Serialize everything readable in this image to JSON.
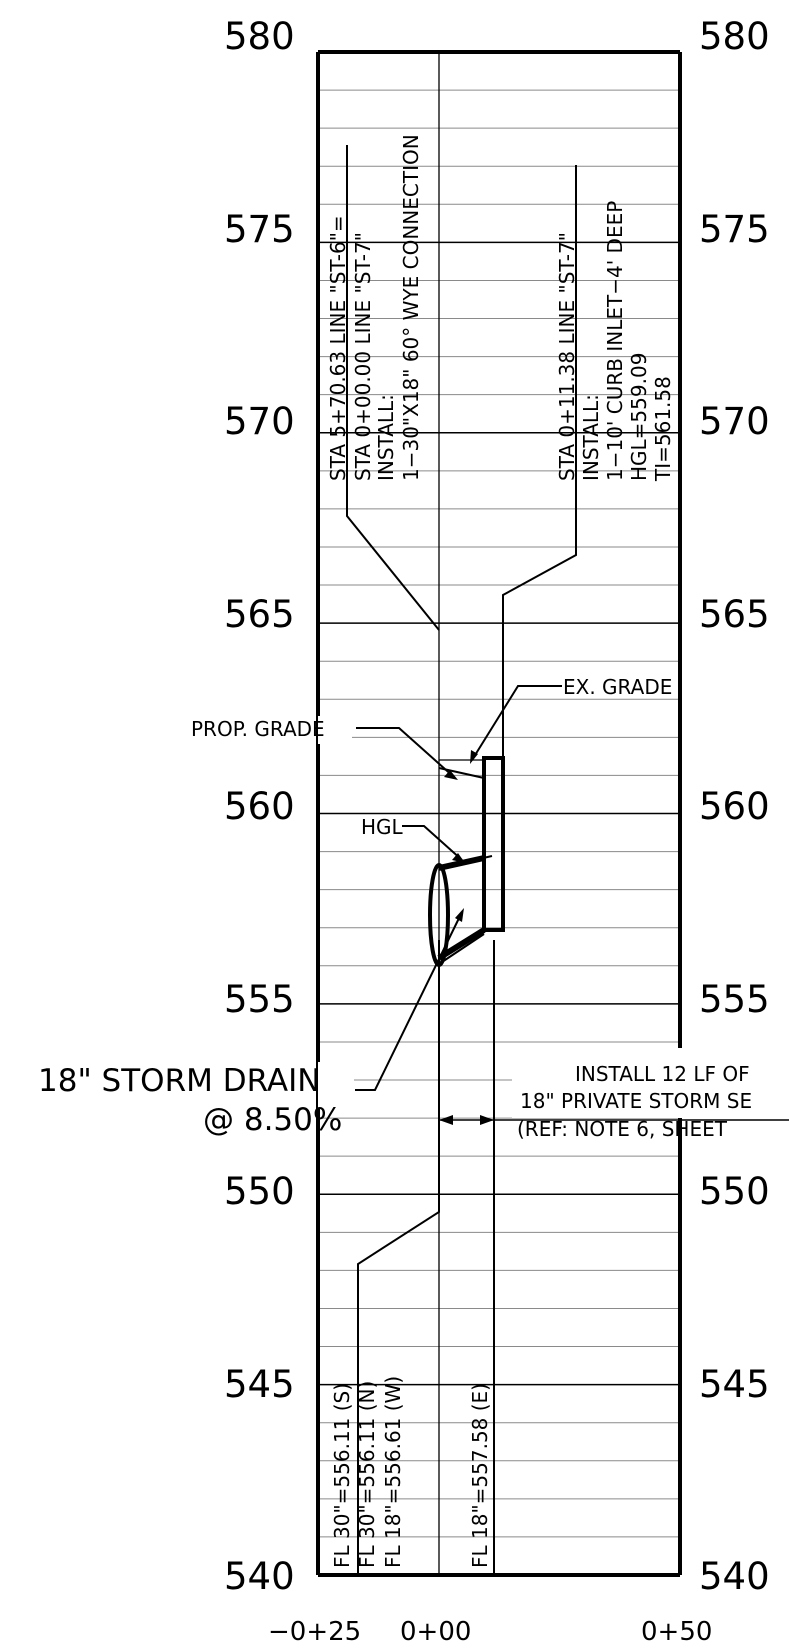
{
  "drawing": {
    "elevations_left": [
      "580",
      "575",
      "570",
      "565",
      "560",
      "555",
      "550",
      "545",
      "540"
    ],
    "elevations_right": [
      "580",
      "575",
      "570",
      "565",
      "560",
      "555",
      "550",
      "545",
      "540"
    ],
    "stations": [
      "−0+25",
      "0+00",
      "0+50"
    ],
    "structure_note_1": [
      "STA 5+70.63 LINE \"ST-6\"=",
      "STA 0+00.00 LINE \"ST-7\"",
      "INSTALL:",
      "1−30\"X18\" 60° WYE CONNECTION"
    ],
    "structure_note_2": [
      "STA 0+11.38 LINE \"ST-7\"",
      "INSTALL:",
      "1−10' CURB INLET−4' DEEP",
      "HGL=559.09",
      "TI=561.58"
    ],
    "flowlines_left": [
      "FL 30\"=556.11 (S)",
      "FL 30\"=556.11 (N)",
      "FL 18\"=556.61 (W)"
    ],
    "flowline_right": "FL 18\"=557.58 (E)",
    "labels": {
      "prop_grade": "PROP. GRADE",
      "ex_grade": "EX. GRADE",
      "hgl": "HGL"
    },
    "pipe_label": {
      "line1": "18\" STORM DRAIN",
      "line2": "@ 8.50%"
    },
    "install_note": {
      "line1": "INSTALL 12 LF OF",
      "line2": "18\" PRIVATE STORM SE",
      "line3": "(REF: NOTE 6, SHEET"
    }
  }
}
